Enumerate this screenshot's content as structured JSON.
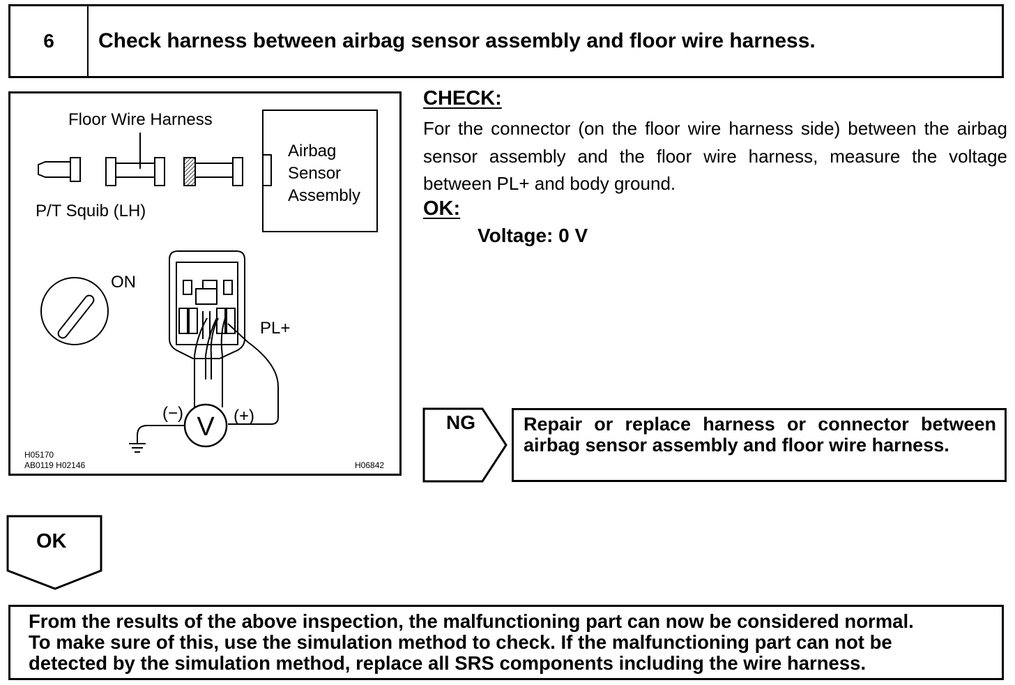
{
  "step": {
    "number": "6",
    "title": "Check harness between airbag sensor assembly and floor wire harness."
  },
  "figure": {
    "labels": {
      "floor_wire_harness": "Floor Wire Harness",
      "airbag_line1": "Airbag",
      "airbag_line2": "Sensor",
      "airbag_line3": "Assembly",
      "pt_squib": "P/T Squib (LH)",
      "on": "ON",
      "pl_plus": "PL+",
      "minus": "(−)",
      "plus": "(+)",
      "voltmeter": "V"
    },
    "codes": {
      "code1": "H05170",
      "code2": "AB0119  H02146",
      "code3": "H06842"
    }
  },
  "check": {
    "title": "CHECK:",
    "body": "For the connector (on the floor wire harness side) between the airbag sensor assembly and the floor wire harness, measure the voltage between PL+ and body ground."
  },
  "ok_spec": {
    "title": "OK:",
    "value": "Voltage: 0 V"
  },
  "ng": {
    "label": "NG",
    "text": "Repair or replace harness or connector between airbag sensor assembly and floor wire harness."
  },
  "ok_branch": {
    "label": "OK"
  },
  "final": {
    "line1": "From the results of the above inspection, the malfunctioning part can now be considered normal.",
    "line2": "To make sure of this, use the simulation method to check. If the malfunctioning part can not be",
    "line3": "detected by the simulation method, replace all SRS components including the wire harness."
  }
}
